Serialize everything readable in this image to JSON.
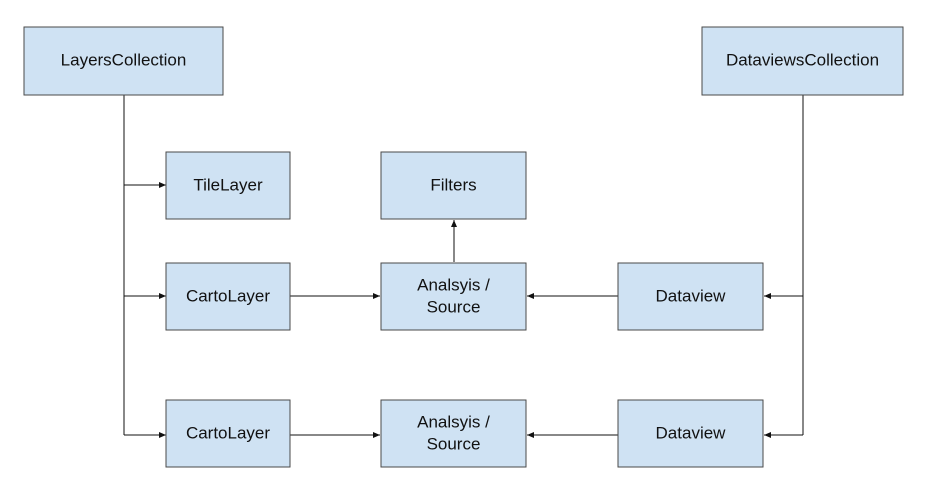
{
  "nodes": {
    "layers_collection": {
      "label": "LayersCollection"
    },
    "dataviews_collection": {
      "label": "DataviewsCollection"
    },
    "tile_layer": {
      "label": "TileLayer"
    },
    "filters": {
      "label": "Filters"
    },
    "carto_layer_1": {
      "label": "CartoLayer"
    },
    "analysis_source_1": {
      "label_line1": "Analsyis /",
      "label_line2": "Source"
    },
    "dataview_1": {
      "label": "Dataview"
    },
    "carto_layer_2": {
      "label": "CartoLayer"
    },
    "analysis_source_2": {
      "label_line1": "Analsyis /",
      "label_line2": "Source"
    },
    "dataview_2": {
      "label": "Dataview"
    }
  },
  "colors": {
    "box_fill": "#cfe2f3",
    "box_stroke": "#4a4a4a",
    "edge": "#111111"
  }
}
